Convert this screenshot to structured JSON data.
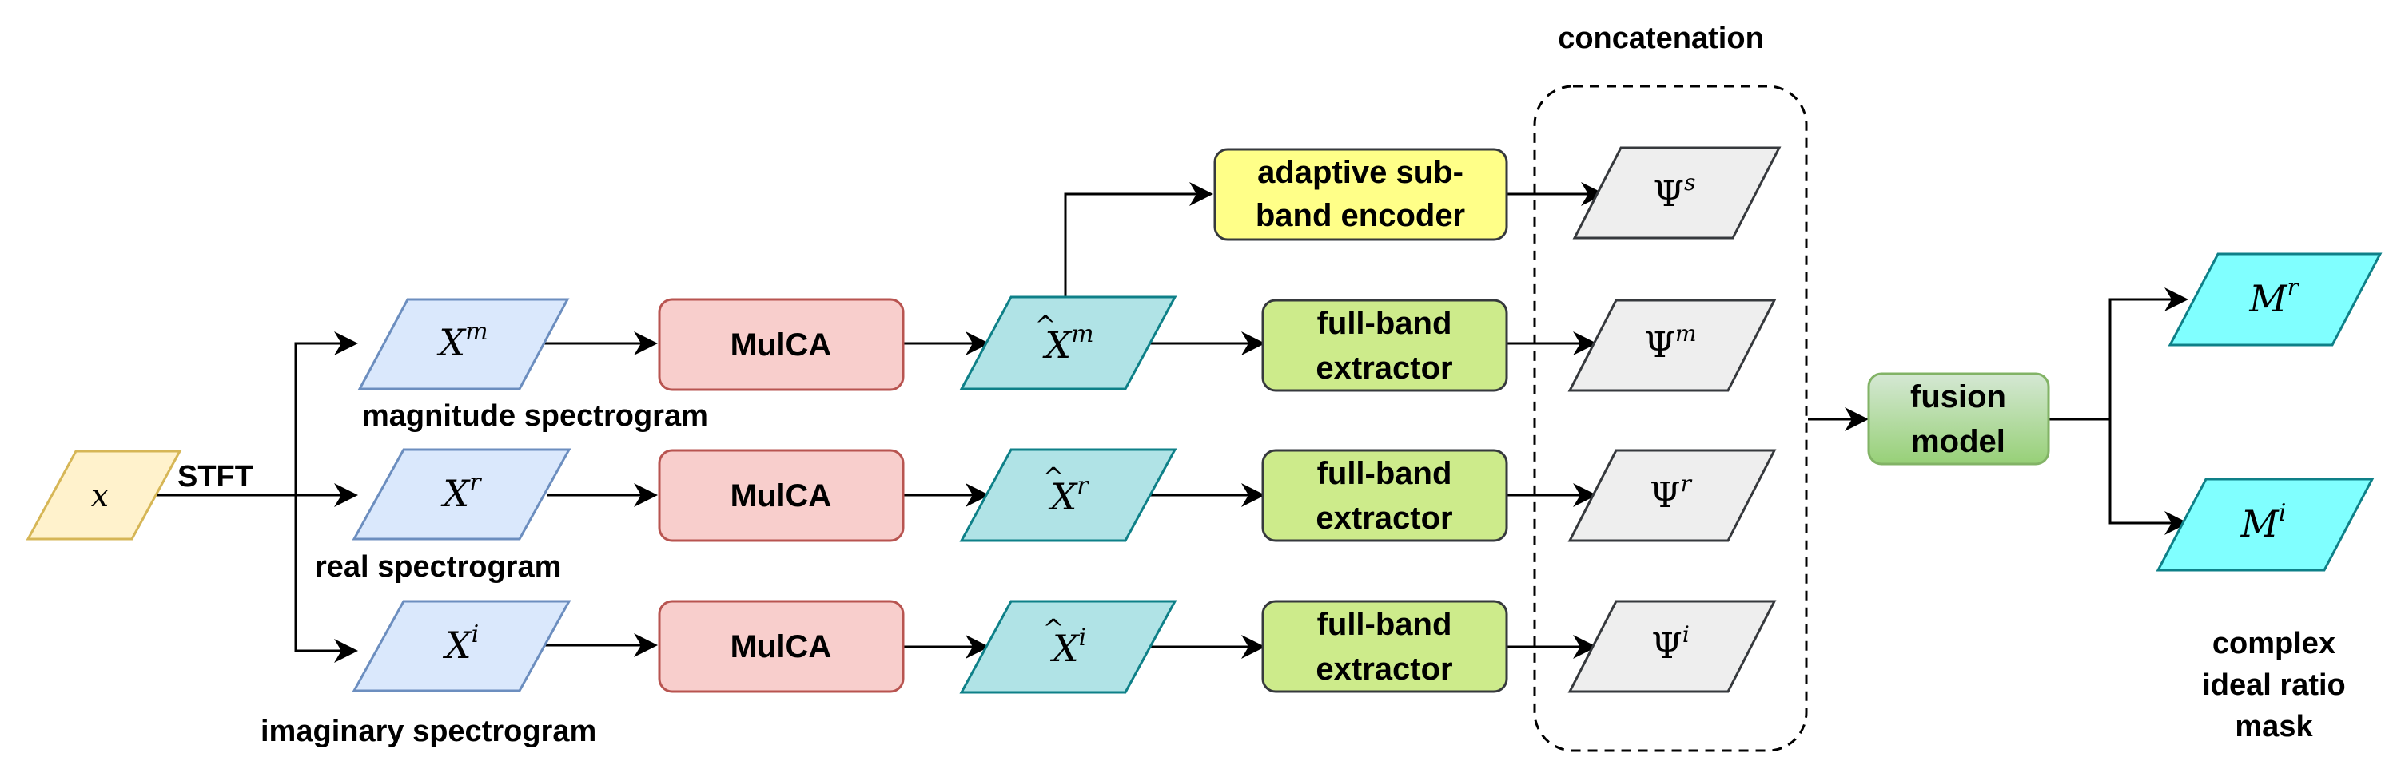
{
  "colors": {
    "input_fill": "#fff2cc",
    "input_stroke": "#d6b656",
    "spec_fill": "#dae8fc",
    "spec_stroke": "#6c8ebf",
    "mulca_fill": "#f8cecc",
    "mulca_stroke": "#b85450",
    "feat_fill": "#b0e3e6",
    "feat_stroke": "#0e8088",
    "subband_fill": "#ffff88",
    "fullband_fill": "#cdeb8b",
    "psi_fill": "#eeeeee",
    "fusion_fill": "#a9d78f",
    "fusion_stroke": "#82b366",
    "mask_fill": "#80ffff"
  },
  "input": {
    "symbol": "x"
  },
  "stft_label": "STFT",
  "branches": [
    {
      "spec_base": "X",
      "spec_sup": "m",
      "spec_caption": "magnitude spectrogram",
      "mulca_label": "MulCA",
      "feat_base": "X",
      "feat_sup": "m",
      "psi_sup": "m",
      "extractor_line1": "full-band",
      "extractor_line2": "extractor"
    },
    {
      "spec_base": "X",
      "spec_sup": "r",
      "spec_caption": "real spectrogram",
      "mulca_label": "MulCA",
      "feat_base": "X",
      "feat_sup": "r",
      "psi_sup": "r",
      "extractor_line1": "full-band",
      "extractor_line2": "extractor"
    },
    {
      "spec_base": "X",
      "spec_sup": "i",
      "spec_caption": "imaginary spectrogram",
      "mulca_label": "MulCA",
      "feat_base": "X",
      "feat_sup": "i",
      "psi_sup": "i",
      "extractor_line1": "full-band",
      "extractor_line2": "extractor"
    }
  ],
  "hat": "^",
  "psi_symbol": "Ψ",
  "subband": {
    "line1": "adaptive sub-",
    "line2": "band encoder",
    "psi_sup": "s"
  },
  "concat_label": "concatenation",
  "fusion": {
    "line1": "fusion",
    "line2": "model"
  },
  "outputs": [
    {
      "base": "M",
      "sup": "r"
    },
    {
      "base": "M",
      "sup": "i"
    }
  ],
  "output_caption": {
    "line1": "complex",
    "line2": "ideal ratio",
    "line3": "mask"
  }
}
